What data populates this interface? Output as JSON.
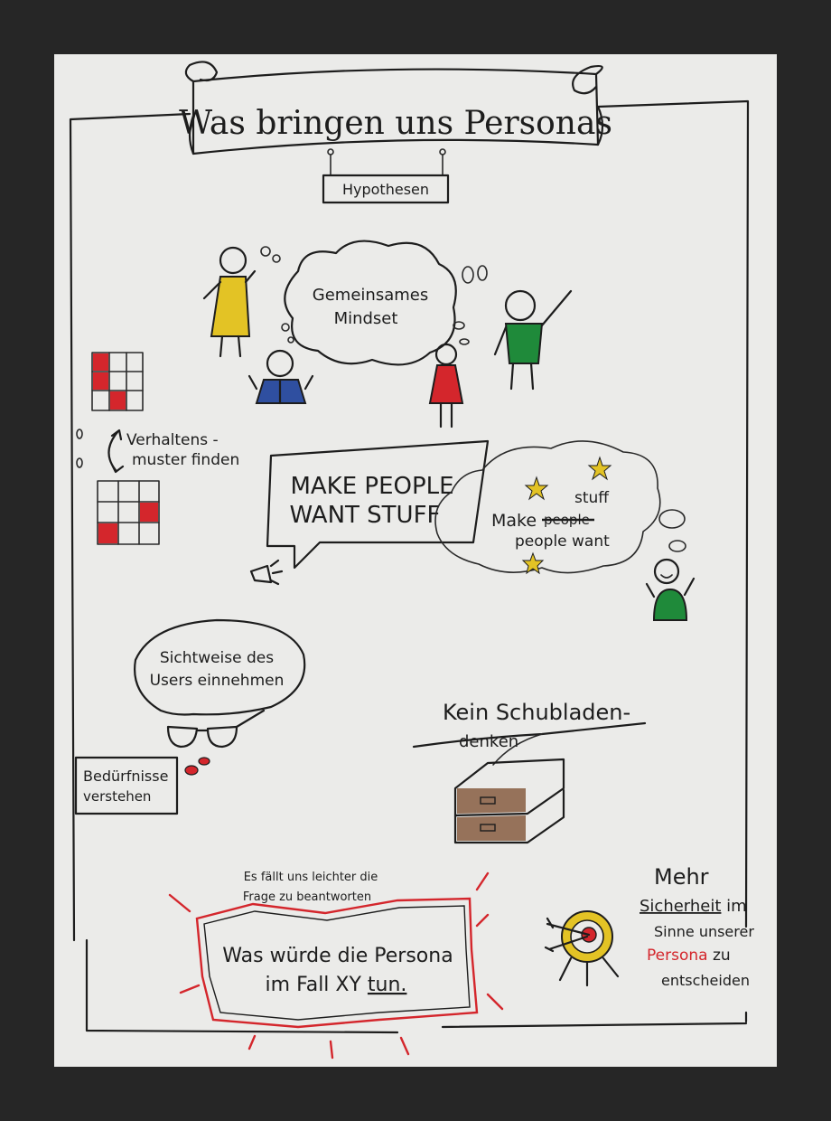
{
  "title": "Was bringen uns Personas",
  "subtitle_sign": "Hypothesen",
  "thought_cloud": {
    "line1": "Gemeinsames",
    "line2": "Mindset"
  },
  "behavior": {
    "line1": "Verhaltens -",
    "line2": "muster finden"
  },
  "speech_bubble": {
    "line1": "MAKE PEOPLE",
    "line2": "WANT STUFF"
  },
  "cloud_note": {
    "make": "Make",
    "struck": "people",
    "stuff": "stuff",
    "line2": "people want"
  },
  "user_view": {
    "line1": "Sichtweise des",
    "line2": "Users einnehmen"
  },
  "needs_box": {
    "line1": "Bedürfnisse",
    "line2": "verstehen"
  },
  "drawer_note": {
    "line1": "Kein Schubladen-",
    "line2": "denken"
  },
  "question_intro": {
    "line1": "Es fällt uns leichter die",
    "line2": "Frage zu beantworten"
  },
  "question_box": {
    "line1": "Was würde die Persona",
    "line2_prefix": "im Fall XY ",
    "line2_emph": "tun."
  },
  "security_note": {
    "line1": "Mehr",
    "line2": "Sicherheit",
    "line2_suffix": " im",
    "line3": "Sinne unserer",
    "line4_emph": "Persona",
    "line4_suffix": " zu",
    "line5": "entscheiden"
  },
  "colors": {
    "background": "#262626",
    "paper": "#ebebe9",
    "ink": "#1d1d1d",
    "red": "#d4262c",
    "yellow": "#e3c325",
    "green": "#1f8a3a",
    "blue": "#2f4fa0",
    "brown": "#7a4a2a"
  }
}
